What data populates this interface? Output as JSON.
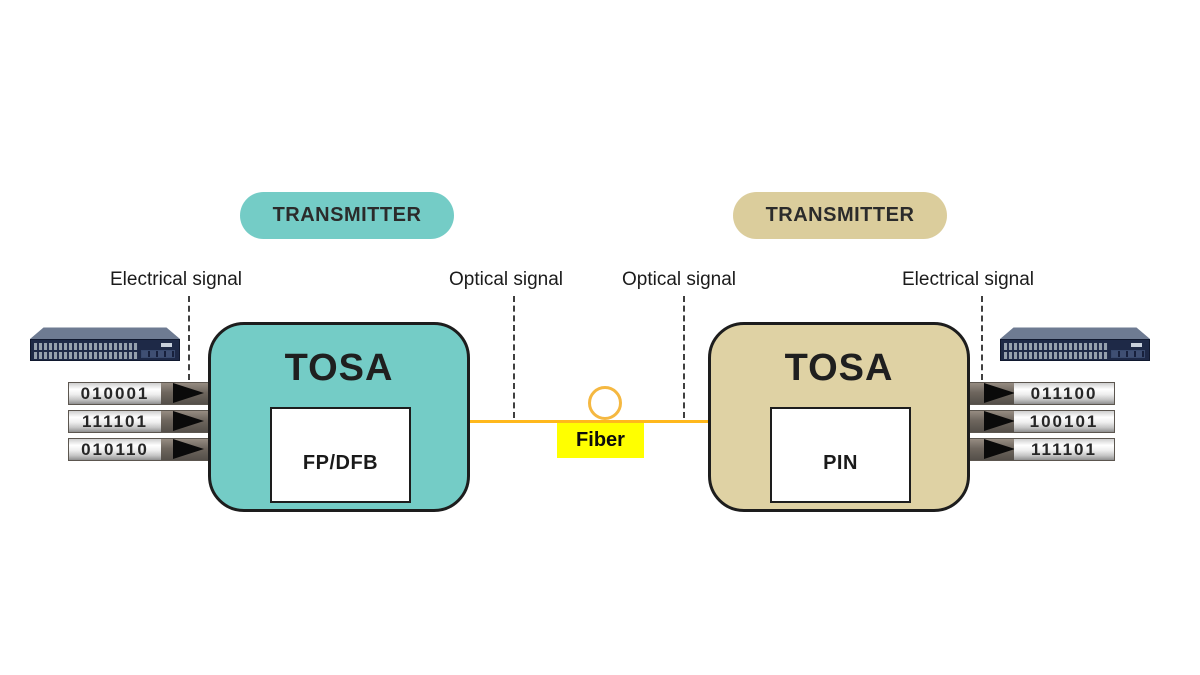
{
  "badges": {
    "left": "TRANSMITTER",
    "right": "TRANSMITTER"
  },
  "labels": {
    "left_electrical": "Electrical signal",
    "left_optical": "Optical signal",
    "right_optical": "Optical signal",
    "right_electrical": "Electrical signal"
  },
  "left_module": {
    "title": "TOSA",
    "component": "FP/DFB"
  },
  "right_module": {
    "title": "TOSA",
    "component": "PIN"
  },
  "fiber": {
    "label": "Fiber"
  },
  "left_signals": [
    "010001",
    "111101",
    "010110"
  ],
  "right_signals": [
    "011100",
    "100101",
    "111101"
  ],
  "icons": {
    "left_switch": "network-switch",
    "right_switch": "network-switch",
    "fiber_loop": "fiber-loop",
    "signal_arrows": "arrow-right"
  },
  "colors": {
    "left_module_fill": "#74ccc6",
    "right_module_fill": "#dfd2a4",
    "left_badge_fill": "#74ccc6",
    "right_badge_fill": "#dbcd9c",
    "fiber_line": "#ffb81c",
    "fiber_loop_stroke": "#f5b841",
    "fiber_label_bg": "#ffff00",
    "border": "#1d1d1d"
  }
}
